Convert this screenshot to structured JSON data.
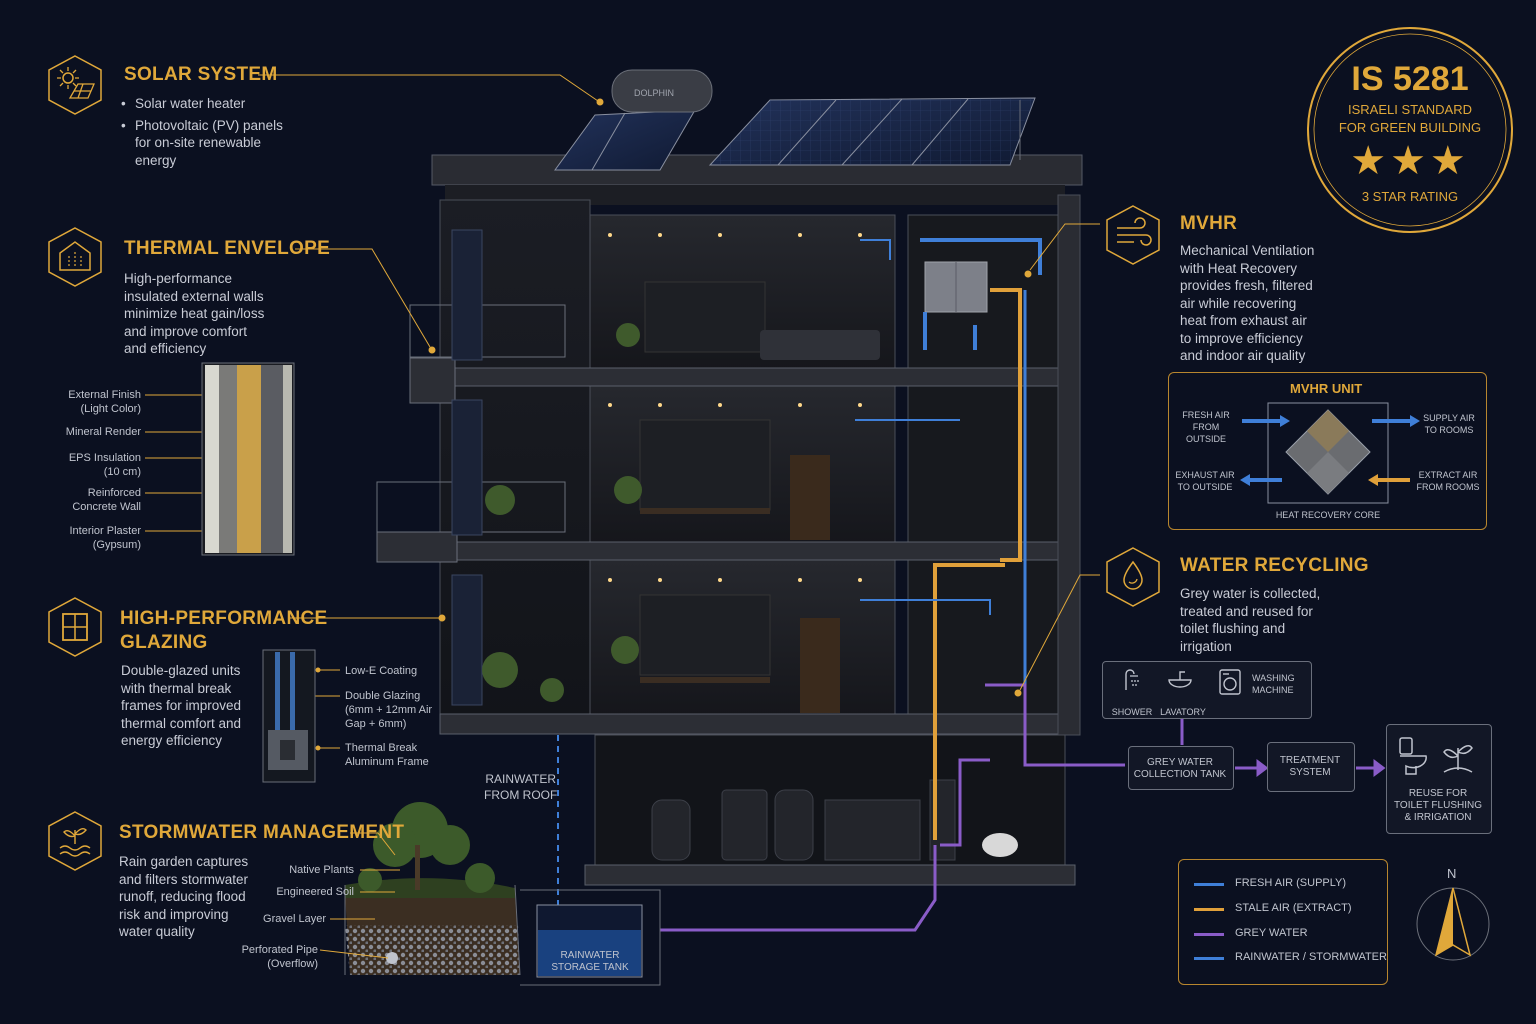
{
  "solar": {
    "title": "SOLAR SYSTEM",
    "items": [
      "Solar water heater",
      "Photovoltaic (PV) panels",
      "for on-site renewable",
      "energy"
    ],
    "tank_brand": "DOLPHIN"
  },
  "thermal": {
    "title": "THERMAL ENVELOPE",
    "desc": [
      "High-performance",
      "insulated external walls",
      "minimize heat gain/loss",
      "and improve comfort",
      "and efficiency"
    ],
    "layers": [
      [
        "External Finish",
        "(Light Color)"
      ],
      [
        "Mineral Render"
      ],
      [
        "EPS Insulation",
        "(10 cm)"
      ],
      [
        "Reinforced",
        "Concrete Wall"
      ],
      [
        "Interior Plaster",
        "(Gypsum)"
      ]
    ]
  },
  "glazing": {
    "title_lines": [
      "HIGH-PERFORMANCE",
      "GLAZING"
    ],
    "desc": [
      "Double-glazed units",
      "with thermal break",
      "frames for improved",
      "thermal comfort and",
      "energy efficiency"
    ],
    "layers": [
      [
        "Low-E Coating"
      ],
      [
        "Double Glazing",
        "(6mm + 12mm Air",
        "Gap + 6mm)"
      ],
      [
        "Thermal Break",
        "Aluminum Frame"
      ]
    ]
  },
  "stormwater": {
    "title": "STORMWATER MANAGEMENT",
    "desc": [
      "Rain garden captures",
      "and filters stormwater",
      "runoff, reducing flood",
      "risk and improving",
      "water quality"
    ],
    "layers": [
      [
        "Native Plants"
      ],
      [
        "Engineered Soil"
      ],
      [
        "Gravel Layer"
      ],
      [
        "Perforated Pipe",
        "(Overflow)"
      ]
    ],
    "rainwater_from_roof": [
      "RAINWATER",
      "FROM ROOF"
    ],
    "tank": [
      "RAINWATER",
      "STORAGE TANK"
    ]
  },
  "mvhr": {
    "title": "MVHR",
    "desc": [
      "Mechanical Ventilation",
      "with Heat Recovery",
      "provides fresh, filtered",
      "air while recovering",
      "heat from exhaust air",
      "to improve efficiency",
      "and indoor air quality"
    ],
    "unit": {
      "title": "MVHR UNIT",
      "fresh_in": [
        "FRESH AIR",
        "FROM OUTSIDE"
      ],
      "supply": [
        "SUPPLY AIR",
        "TO ROOMS"
      ],
      "exhaust": [
        "EXHAUST AIR",
        "TO OUTSIDE"
      ],
      "extract": [
        "EXTRACT AIR",
        "FROM ROOMS"
      ],
      "core": "HEAT RECOVERY CORE"
    }
  },
  "water": {
    "title": "WATER RECYCLING",
    "desc": [
      "Grey water is collected,",
      "treated and reused for",
      "toilet flushing and",
      "irrigation"
    ],
    "sources": [
      "SHOWER",
      "LAVATORY",
      "WASHING",
      "MACHINE"
    ],
    "grey_tank": [
      "GREY WATER",
      "COLLECTION TANK"
    ],
    "treatment": [
      "TREATMENT",
      "SYSTEM"
    ],
    "reuse": [
      "REUSE FOR",
      "TOILET FLUSHING",
      "& IRRIGATION"
    ]
  },
  "badge": {
    "code": "IS 5281",
    "line1": "ISRAELI STANDARD",
    "line2": "FOR GREEN BUILDING",
    "rating": "3 STAR RATING",
    "stars": 3
  },
  "legend": [
    {
      "label": "FRESH AIR (SUPPLY)",
      "color": "#3f7fd8"
    },
    {
      "label": "STALE AIR (EXTRACT)",
      "color": "#e0a03a"
    },
    {
      "label": "GREY WATER",
      "color": "#8a5cc8"
    },
    {
      "label": "RAINWATER / STORMWATER",
      "color": "#3f7fd8"
    }
  ],
  "compass": {
    "label": "N"
  },
  "colors": {
    "gold": "#e0a83a",
    "blue": "#3f7fd8",
    "purple": "#8a5cc8",
    "orange": "#e0a03a",
    "bg": "#0b1020"
  }
}
